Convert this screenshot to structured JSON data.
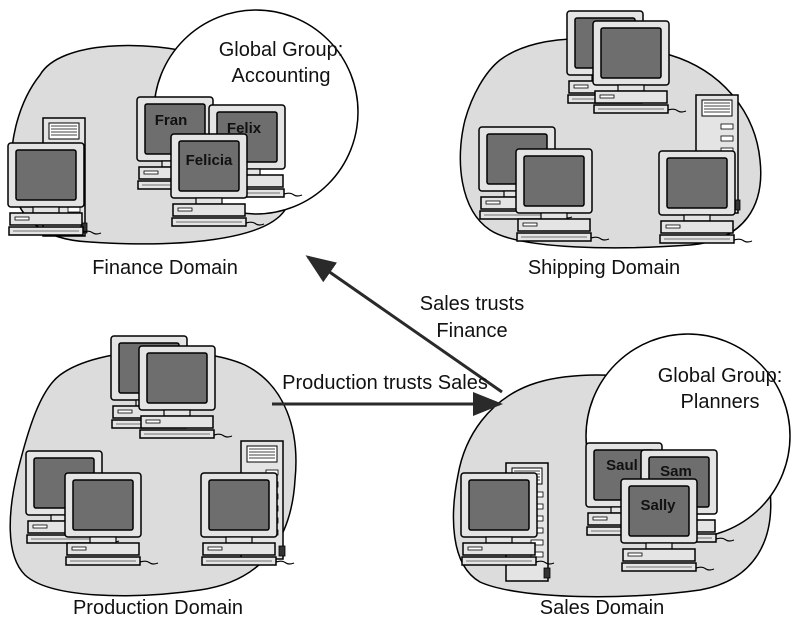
{
  "domains": {
    "finance": {
      "label": "Finance Domain",
      "group_title": "Global Group:",
      "group_name": "Accounting",
      "users": [
        "Fran",
        "Felix",
        "Felicia"
      ]
    },
    "shipping": {
      "label": "Shipping Domain"
    },
    "production": {
      "label": "Production Domain"
    },
    "sales": {
      "label": "Sales Domain",
      "group_title": "Global Group:",
      "group_name": "Planners",
      "users": [
        "Saul",
        "Sam",
        "Sally"
      ]
    }
  },
  "trusts": {
    "sales_finance": {
      "line1": "Sales trusts",
      "line2": "Finance"
    },
    "production_sales": {
      "label": "Production trusts Sales"
    }
  },
  "colors": {
    "blob": "#dcdcdc",
    "screen": "#6e6e6e",
    "case": "#e4e4e4",
    "stroke": "#000000",
    "arrow": "#2a2a2a"
  }
}
